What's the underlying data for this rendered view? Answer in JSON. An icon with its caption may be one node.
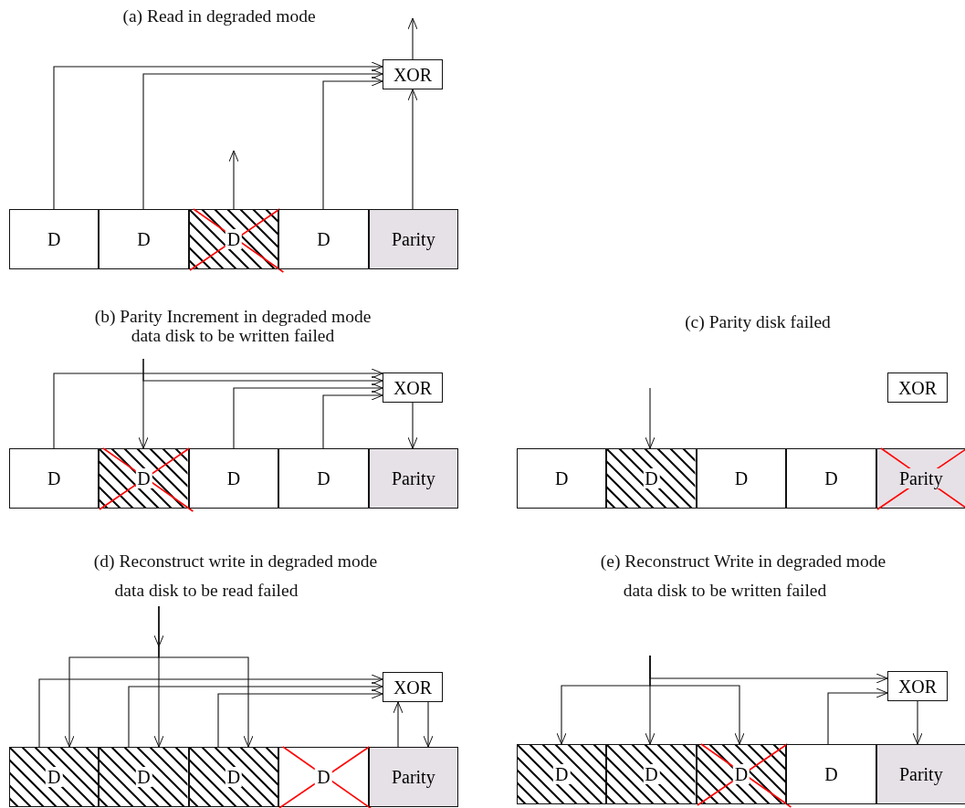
{
  "diagram": {
    "nodes": [
      {
        "text": [
          "XOR"
        ]
      },
      {
        "text": [
          "D"
        ]
      },
      {
        "text": [
          "D"
        ]
      },
      {
        "text": [
          "D"
        ]
      },
      {
        "text": [
          "D"
        ]
      },
      {
        "text": [
          "Parity"
        ]
      },
      {
        "text": [
          "XOR"
        ]
      },
      {
        "text": [
          "D"
        ]
      },
      {
        "text": [
          "D"
        ]
      },
      {
        "text": [
          "D"
        ]
      },
      {
        "text": [
          "D"
        ]
      },
      {
        "text": [
          "Parity"
        ]
      },
      {
        "text": [
          "XOR"
        ]
      },
      {
        "text": [
          "D"
        ]
      },
      {
        "text": [
          "D"
        ]
      },
      {
        "text": [
          "D"
        ]
      },
      {
        "text": [
          "D"
        ]
      },
      {
        "text": [
          "Parity"
        ]
      },
      {
        "text": [
          "XOR"
        ]
      },
      {
        "text": [
          "D"
        ]
      },
      {
        "text": [
          "D"
        ]
      },
      {
        "text": [
          "D"
        ]
      },
      {
        "text": [
          "D"
        ]
      },
      {
        "text": [
          "Parity"
        ]
      },
      {
        "text": [
          "XOR"
        ]
      },
      {
        "text": [
          "D"
        ]
      },
      {
        "text": [
          "D"
        ]
      },
      {
        "text": [
          "D"
        ]
      },
      {
        "text": [
          "D"
        ]
      },
      {
        "text": [
          "Parity"
        ]
      }
    ],
    "edges": [
      {
        "from": 1,
        "to": 0,
        "arrow": "to"
      },
      {
        "from": 2,
        "to": 0,
        "arrow": "to"
      },
      {
        "from": 4,
        "to": 0,
        "arrow": "to"
      },
      {
        "from": 5,
        "to": 0,
        "arrow": "to"
      },
      {
        "from": 0,
        "to": null,
        "arrow": "to"
      },
      {
        "from": 3,
        "to": null,
        "arrow": "to"
      },
      {
        "from": 7,
        "to": 6,
        "arrow": "to"
      },
      {
        "from": null,
        "to": 8,
        "arrow": "to"
      },
      {
        "from": null,
        "to": 6,
        "arrow": "to"
      },
      {
        "from": 9,
        "to": 6,
        "arrow": "to"
      },
      {
        "from": 10,
        "to": 6,
        "arrow": "to"
      },
      {
        "from": 6,
        "to": 11,
        "arrow": "to"
      },
      {
        "from": null,
        "to": 14,
        "arrow": "to"
      },
      {
        "from": null,
        "to": 19,
        "arrow": "to"
      },
      {
        "from": null,
        "to": 20,
        "arrow": "to"
      },
      {
        "from": null,
        "to": 21,
        "arrow": "to"
      },
      {
        "from": 19,
        "to": 18,
        "arrow": "to"
      },
      {
        "from": 20,
        "to": 18,
        "arrow": "to"
      },
      {
        "from": 21,
        "to": 18,
        "arrow": "to"
      },
      {
        "from": 23,
        "to": 18,
        "arrow": "to"
      },
      {
        "from": 18,
        "to": 23,
        "arrow": "to"
      },
      {
        "from": null,
        "to": 25,
        "arrow": "to"
      },
      {
        "from": null,
        "to": 26,
        "arrow": "to"
      },
      {
        "from": null,
        "to": 27,
        "arrow": "to"
      },
      {
        "from": null,
        "to": 24,
        "arrow": "to"
      },
      {
        "from": 28,
        "to": 24,
        "arrow": "to"
      },
      {
        "from": 24,
        "to": 29,
        "arrow": "to"
      }
    ],
    "labels": [
      "(a) Read in degraded mode",
      "(b) Parity Increment in degraded mode",
      "data disk to be written failed",
      "(c) Parity disk failed",
      "(d) Reconstruct write in degraded mode",
      "data disk to be read failed",
      "(e) Reconstruct Write in degraded mode",
      "data disk to be written failed"
    ]
  }
}
